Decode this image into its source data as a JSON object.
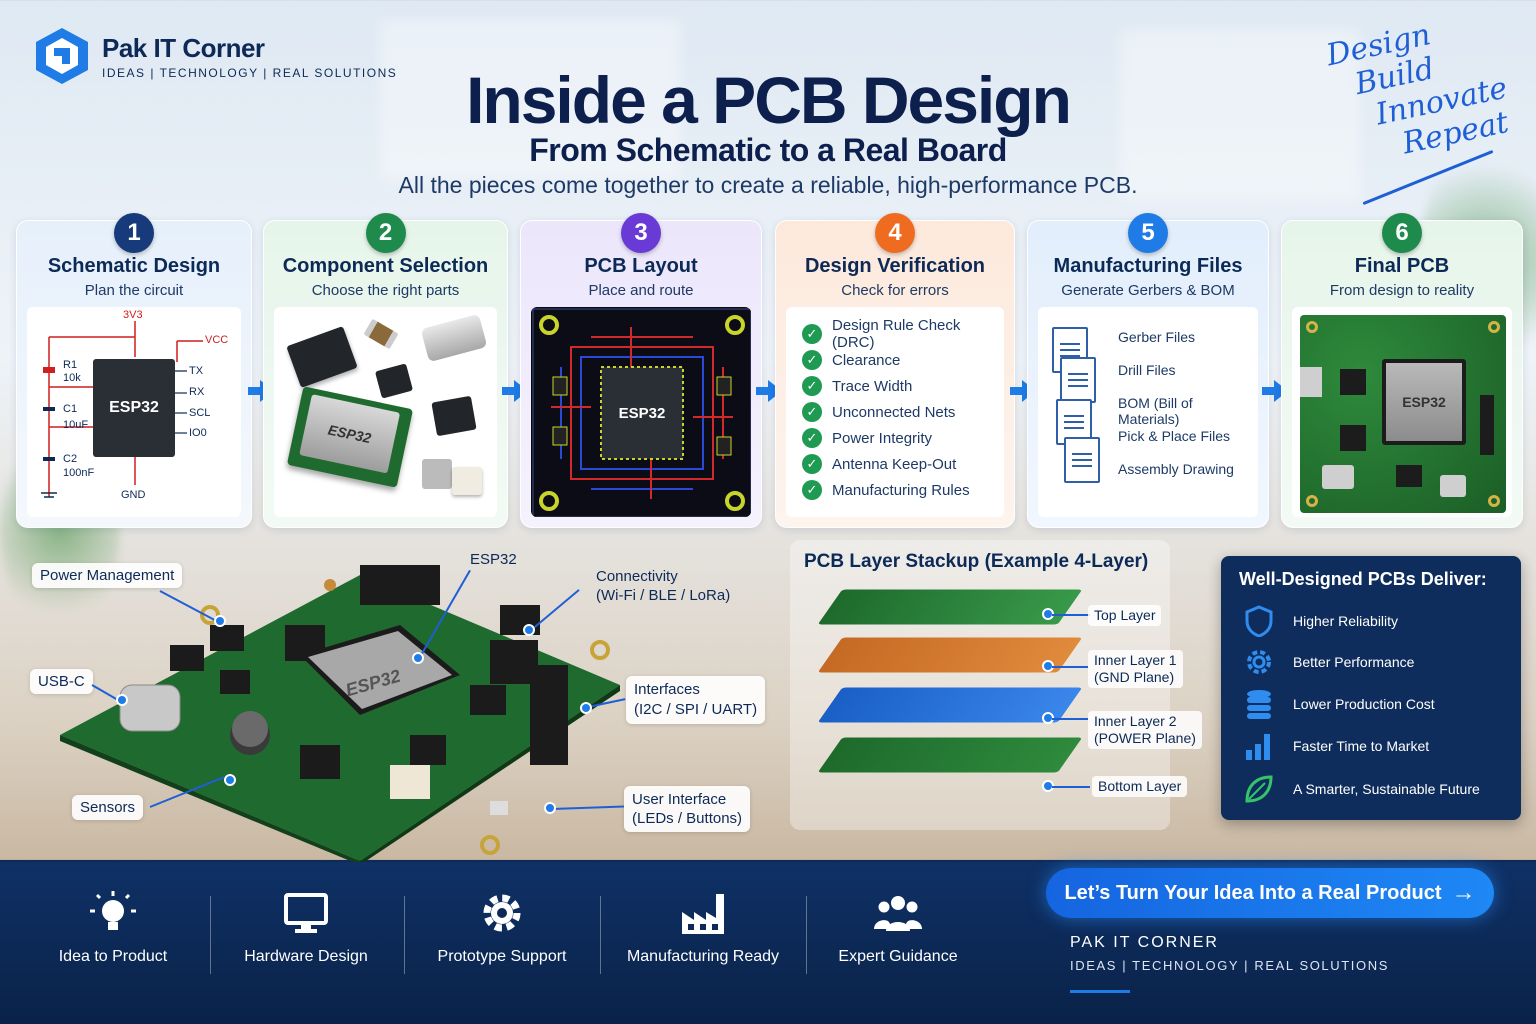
{
  "brand": {
    "name": "Pak IT Corner",
    "tagline": "IDEAS | TECHNOLOGY | REAL SOLUTIONS",
    "accent": "#1f7be6",
    "navy": "#0d2a57"
  },
  "header": {
    "title": "Inside a PCB Design",
    "subtitle": "From Schematic to a Real Board",
    "tagline": "All the pieces come together to create a reliable, high-performance PCB."
  },
  "script_words": [
    "Design",
    "Build",
    "Innovate",
    "Repeat"
  ],
  "steps": [
    {
      "num": "1",
      "title": "Schematic Design",
      "sub": "Plan the circuit",
      "color": "#163a7a"
    },
    {
      "num": "2",
      "title": "Component Selection",
      "sub": "Choose the right parts",
      "color": "#1e8a4c"
    },
    {
      "num": "3",
      "title": "PCB Layout",
      "sub": "Place and route",
      "color": "#6a3ad6"
    },
    {
      "num": "4",
      "title": "Design Verification",
      "sub": "Check for errors",
      "color": "#ef6b1f"
    },
    {
      "num": "5",
      "title": "Manufacturing Files",
      "sub": "Generate Gerbers & BOM",
      "color": "#1f7be6"
    },
    {
      "num": "6",
      "title": "Final PCB",
      "sub": "From design to reality",
      "color": "#1e8a4c"
    }
  ],
  "schematic": {
    "chip": "ESP32",
    "v3": "3V3",
    "vcc": "VCC",
    "gnd": "GND",
    "r1": "R1",
    "r1v": "10k",
    "c1": "C1",
    "c1v": "10uF",
    "c2": "C2",
    "c2v": "100nF",
    "tx": "TX",
    "rx": "RX",
    "scl": "SCL",
    "io": "IO0"
  },
  "component_chip": "ESP32",
  "layout_chip": "ESP32",
  "final_chip": "ESP32",
  "verification": [
    "Design Rule Check (DRC)",
    "Clearance",
    "Trace Width",
    "Unconnected Nets",
    "Power Integrity",
    "Antenna Keep-Out",
    "Manufacturing Rules"
  ],
  "files": [
    "Gerber Files",
    "Drill Files",
    "BOM (Bill of Materials)",
    "Pick & Place Files",
    "Assembly Drawing"
  ],
  "board": {
    "chip": "ESP32",
    "labels": {
      "power": "Power Management",
      "esp": "ESP32",
      "conn1": "Connectivity",
      "conn2": "(Wi-Fi / BLE / LoRa)",
      "usb": "USB-C",
      "if1": "Interfaces",
      "if2": "(I2C / SPI / UART)",
      "sensors": "Sensors",
      "ui1": "User Interface",
      "ui2": "(LEDs / Buttons)"
    }
  },
  "stackup": {
    "title": "PCB Layer Stackup (Example 4-Layer)",
    "top": "Top Layer",
    "inner1a": "Inner Layer 1",
    "inner1b": "(GND Plane)",
    "inner2a": "Inner Layer 2",
    "inner2b": "(POWER  Plane)",
    "bottom": "Bottom Layer"
  },
  "benefits": {
    "title": "Well-Designed PCBs Deliver:",
    "items": [
      {
        "icon": "shield-icon",
        "text": "Higher Reliability"
      },
      {
        "icon": "gear-icon",
        "text": "Better Performance"
      },
      {
        "icon": "coins-icon",
        "text": "Lower Production Cost"
      },
      {
        "icon": "bar-chart-icon",
        "text": "Faster Time to Market"
      },
      {
        "icon": "leaf-icon",
        "text": "A Smarter, Sustainable Future"
      }
    ]
  },
  "features": [
    {
      "icon": "lightbulb-icon",
      "text": "Idea to Product"
    },
    {
      "icon": "monitor-icon",
      "text": "Hardware Design"
    },
    {
      "icon": "gear-icon",
      "text": "Prototype Support"
    },
    {
      "icon": "factory-icon",
      "text": "Manufacturing Ready"
    },
    {
      "icon": "people-icon",
      "text": "Expert Guidance"
    }
  ],
  "cta": {
    "label": "Let’s Turn Your Idea Into a Real Product",
    "arrow": "→"
  },
  "footer": {
    "name": "PAK IT CORNER",
    "tagline": "IDEAS  |  TECHNOLOGY  |  REAL SOLUTIONS"
  }
}
